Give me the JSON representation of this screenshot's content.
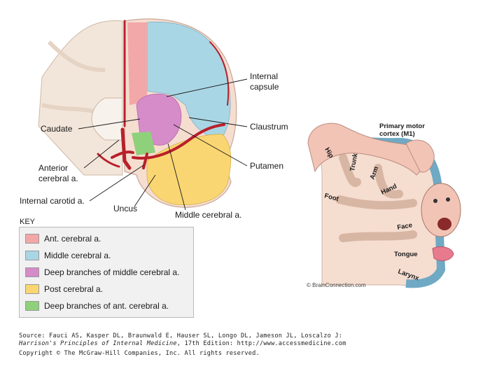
{
  "left_labels": {
    "internal_capsule": [
      "Internal",
      "capsule"
    ],
    "caudate": "Caudate",
    "claustrum": "Claustrum",
    "anterior_cerebral": [
      "Anterior",
      "cerebral a."
    ],
    "putamen": "Putamen",
    "internal_carotid": "Internal carotid a.",
    "uncus": "Uncus",
    "middle_cerebral": "Middle cerebral a."
  },
  "key": {
    "title": "KEY",
    "items": [
      {
        "label": "Ant. cerebral a.",
        "color": "#f2a8a8"
      },
      {
        "label": "Middle cerebral a.",
        "color": "#a9d6e5"
      },
      {
        "label": "Deep branches of middle cerebral a.",
        "color": "#d58cc8"
      },
      {
        "label": "Post cerebral a.",
        "color": "#fad673"
      },
      {
        "label": "Deep branches of ant. cerebral a.",
        "color": "#8fd07b"
      }
    ]
  },
  "source": {
    "line1": "Source: Fauci AS, Kasper DL, Braunwald E, Hauser SL, Longo DL, Jameson JL, Loscalzo J:",
    "line2_italic": "Harrison's Principles of Internal Medicine",
    "line2_rest": ", 17th Edition: http://www.accessmedicine.com",
    "line3": "Copyright © The McGraw-Hill Companies, Inc. All rights reserved."
  },
  "homunculus": {
    "title": [
      "Primary motor",
      "cortex (M1)"
    ],
    "body_parts": [
      "Hip",
      "Trunk",
      "Arm",
      "Hand",
      "Foot",
      "Face",
      "Tongue",
      "Larynx"
    ],
    "credit": "© BrainConnection.com"
  },
  "colors": {
    "artery": "#b8202a",
    "gray_matter": "#f5ddd0",
    "cortex_blue": "#6fa9c4"
  }
}
